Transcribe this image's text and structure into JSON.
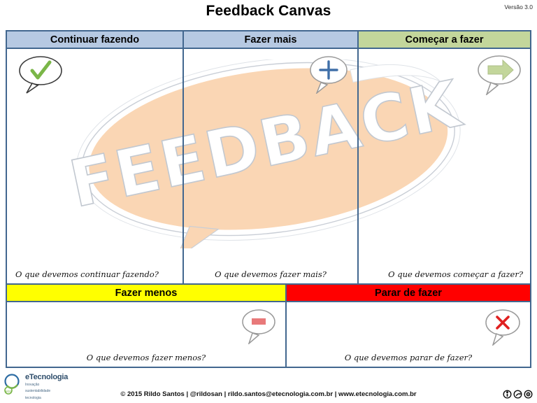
{
  "header": {
    "title": "Feedback Canvas",
    "version": "Versão 3.0"
  },
  "watermark": {
    "text": "FEEDBACK",
    "fill_color": "#fad6b4",
    "outline_color": "#b9bfc7"
  },
  "colors": {
    "header_blue": "#b6c9e2",
    "header_green": "#c3d69b",
    "header_yellow": "#ffff00",
    "header_red": "#ff0000",
    "border": "#42678f",
    "check_green": "#7ab648",
    "plus_blue": "#3f6fa8",
    "arrow_green": "#c3d69b",
    "minus_red": "#e8797a",
    "x_red": "#e02020"
  },
  "columns": [
    {
      "id": "continuar-fazendo",
      "title": "Continuar fazendo",
      "prompt": "O que devemos continuar fazendo?",
      "icon": "check-bubble-icon",
      "header_style": "blue"
    },
    {
      "id": "fazer-mais",
      "title": "Fazer mais",
      "prompt": "O que devemos fazer mais?",
      "icon": "plus-bubble-icon",
      "header_style": "blue"
    },
    {
      "id": "comecar-a-fazer",
      "title": "Começar a fazer",
      "prompt": "O que devemos começar a fazer?",
      "icon": "arrow-bubble-icon",
      "header_style": "green"
    },
    {
      "id": "fazer-menos",
      "title": "Fazer menos",
      "prompt": "O que devemos fazer menos?",
      "icon": "minus-bubble-icon",
      "header_style": "yellow"
    },
    {
      "id": "parar-de-fazer",
      "title": "Parar de fazer",
      "prompt": "O que devemos parar de fazer?",
      "icon": "x-bubble-icon",
      "header_style": "red"
    }
  ],
  "footer": {
    "logo_name": "eTecnologia",
    "logo_tagline_1": "Inovação",
    "logo_tagline_2": "sustentabilidade",
    "logo_tagline_3": "tecnologia",
    "copyright": "© 2015 Rildo Santos | @rildosan | rildo.santos@etecnologia.com.br | www.etecnologia.com.br",
    "cc_badges": [
      "cc-icon",
      "cc-by-icon",
      "cc-sa-icon"
    ]
  }
}
